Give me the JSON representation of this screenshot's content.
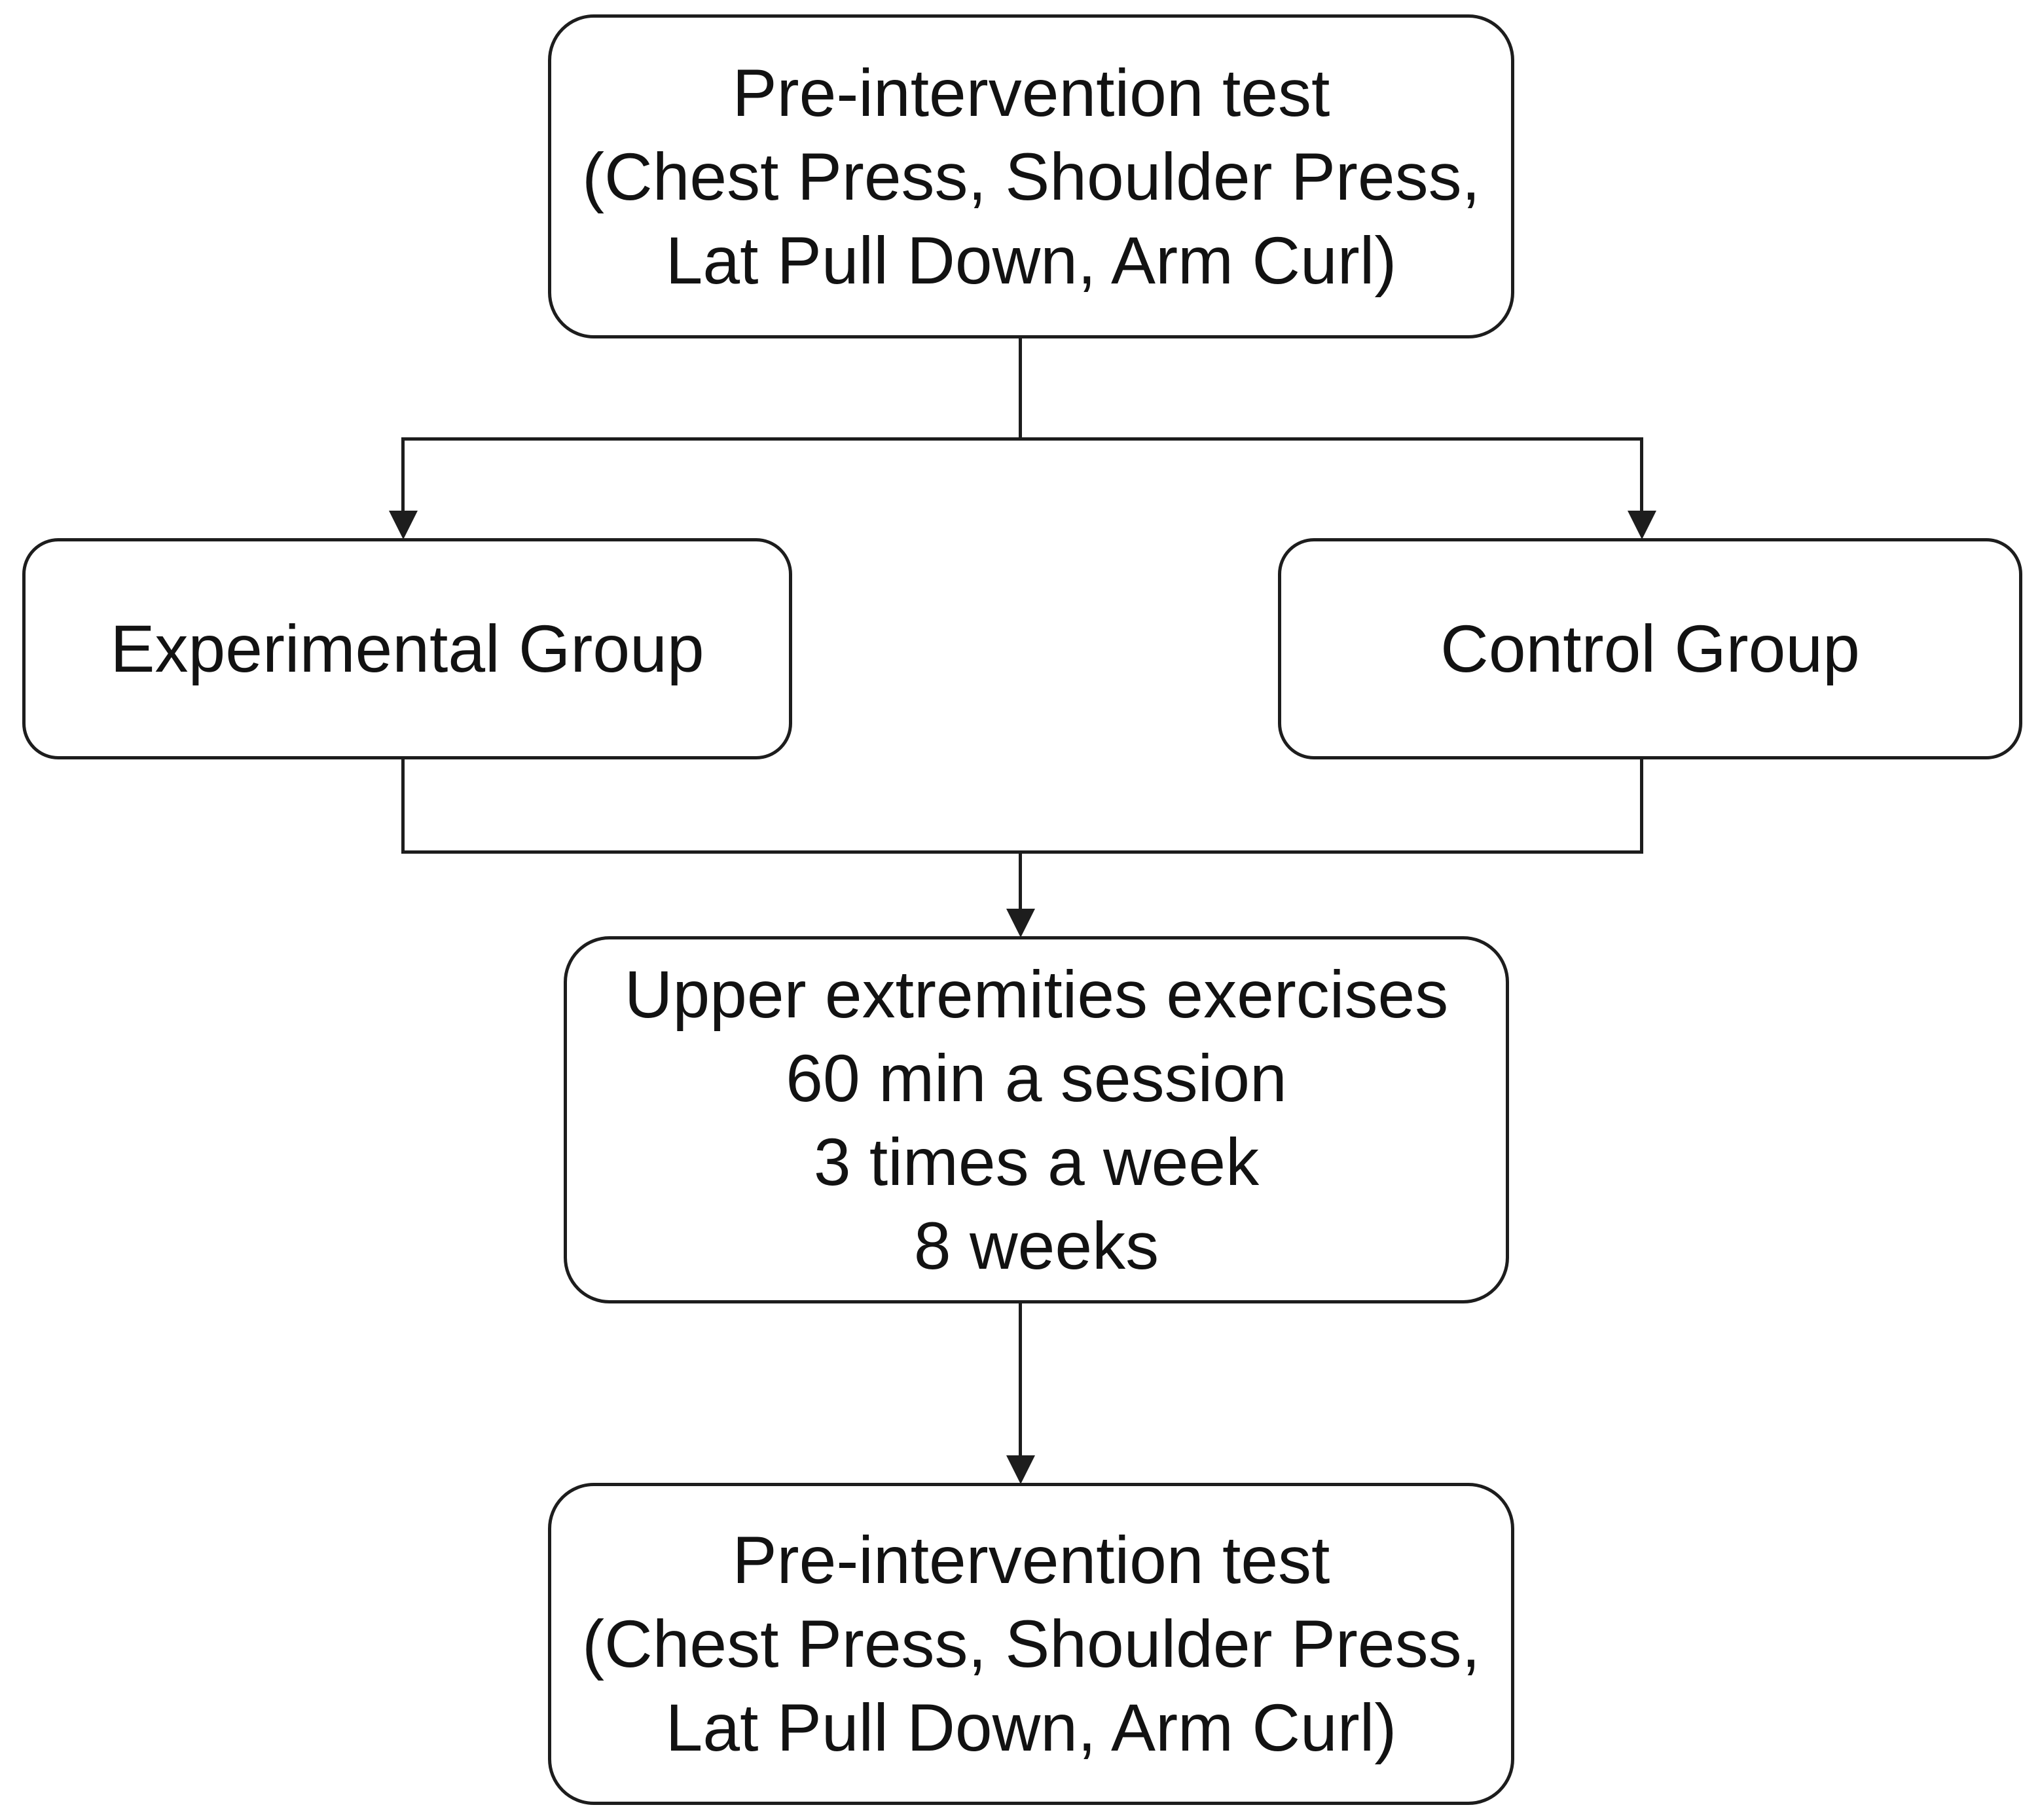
{
  "figure": {
    "colors": {
      "background": "#ffffff",
      "stroke": "#1d1d1d",
      "text": "#121212"
    },
    "nodes": {
      "pre_test": {
        "lines": [
          "Pre-intervention test",
          "(Chest Press, Shoulder Press,",
          "Lat Pull Down, Arm Curl)"
        ]
      },
      "experimental_group": {
        "label": "Experimental Group"
      },
      "control_group": {
        "label": "Control Group"
      },
      "intervention": {
        "lines": [
          "Upper extremities exercises",
          "60 min a session",
          "3 times a week",
          "8 weeks"
        ]
      },
      "post_test": {
        "lines": [
          "Pre-intervention test",
          "(Chest Press, Shoulder Press,",
          "Lat Pull Down, Arm Curl)"
        ]
      }
    }
  }
}
